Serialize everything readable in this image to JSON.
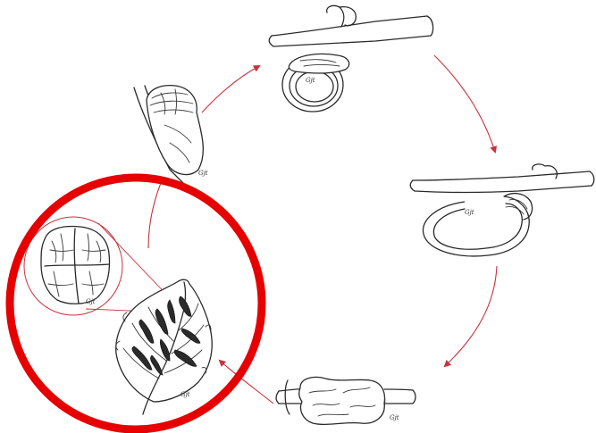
{
  "diagram": {
    "type": "life-cycle illustration",
    "stages": [
      {
        "id": "stage-1-stem-gall-on-twig"
      },
      {
        "id": "stage-2-ring-gall-on-twig"
      },
      {
        "id": "stage-3-open-ring-gall-on-branch"
      },
      {
        "id": "stage-4-swollen-gall-on-branch"
      },
      {
        "id": "stage-5-galls-on-leaf"
      }
    ],
    "highlight": {
      "target": "stage-5-galls-on-leaf",
      "color": "#e60000"
    },
    "arrow_color": "#c8323c",
    "signatures": [
      "Gjt",
      "Gjt",
      "Gjt",
      "Gjt",
      "Gjt",
      "Gjt"
    ]
  }
}
